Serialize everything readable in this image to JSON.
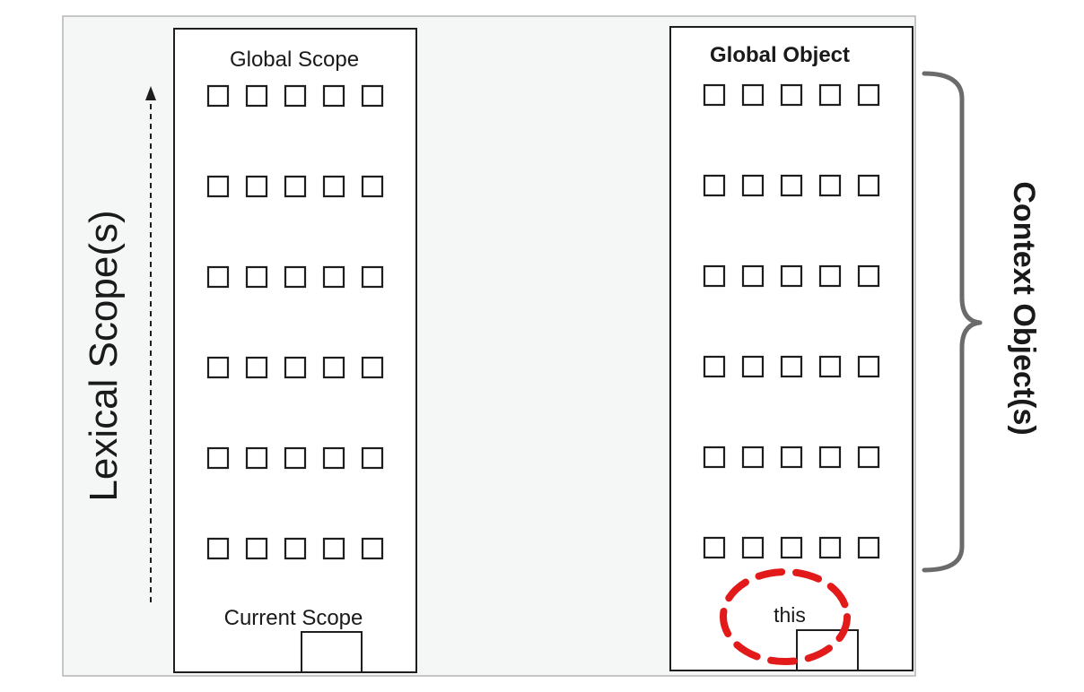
{
  "labels": {
    "lexical": "Lexical Scope(s)",
    "global_scope": "Global Scope",
    "current_scope": "Current Scope",
    "global_object": "Global Object",
    "this_label": "this",
    "context": "Context Object(s)"
  },
  "buildings": {
    "left": {
      "floors": 6,
      "windows_per_floor": 5
    },
    "right": {
      "floors": 6,
      "windows_per_floor": 5
    }
  },
  "colors": {
    "stroke": "#1e1e1e",
    "panel_bg": "#f4f7f5",
    "brace": "#6b6b6b",
    "highlight": "#e21a1a"
  }
}
